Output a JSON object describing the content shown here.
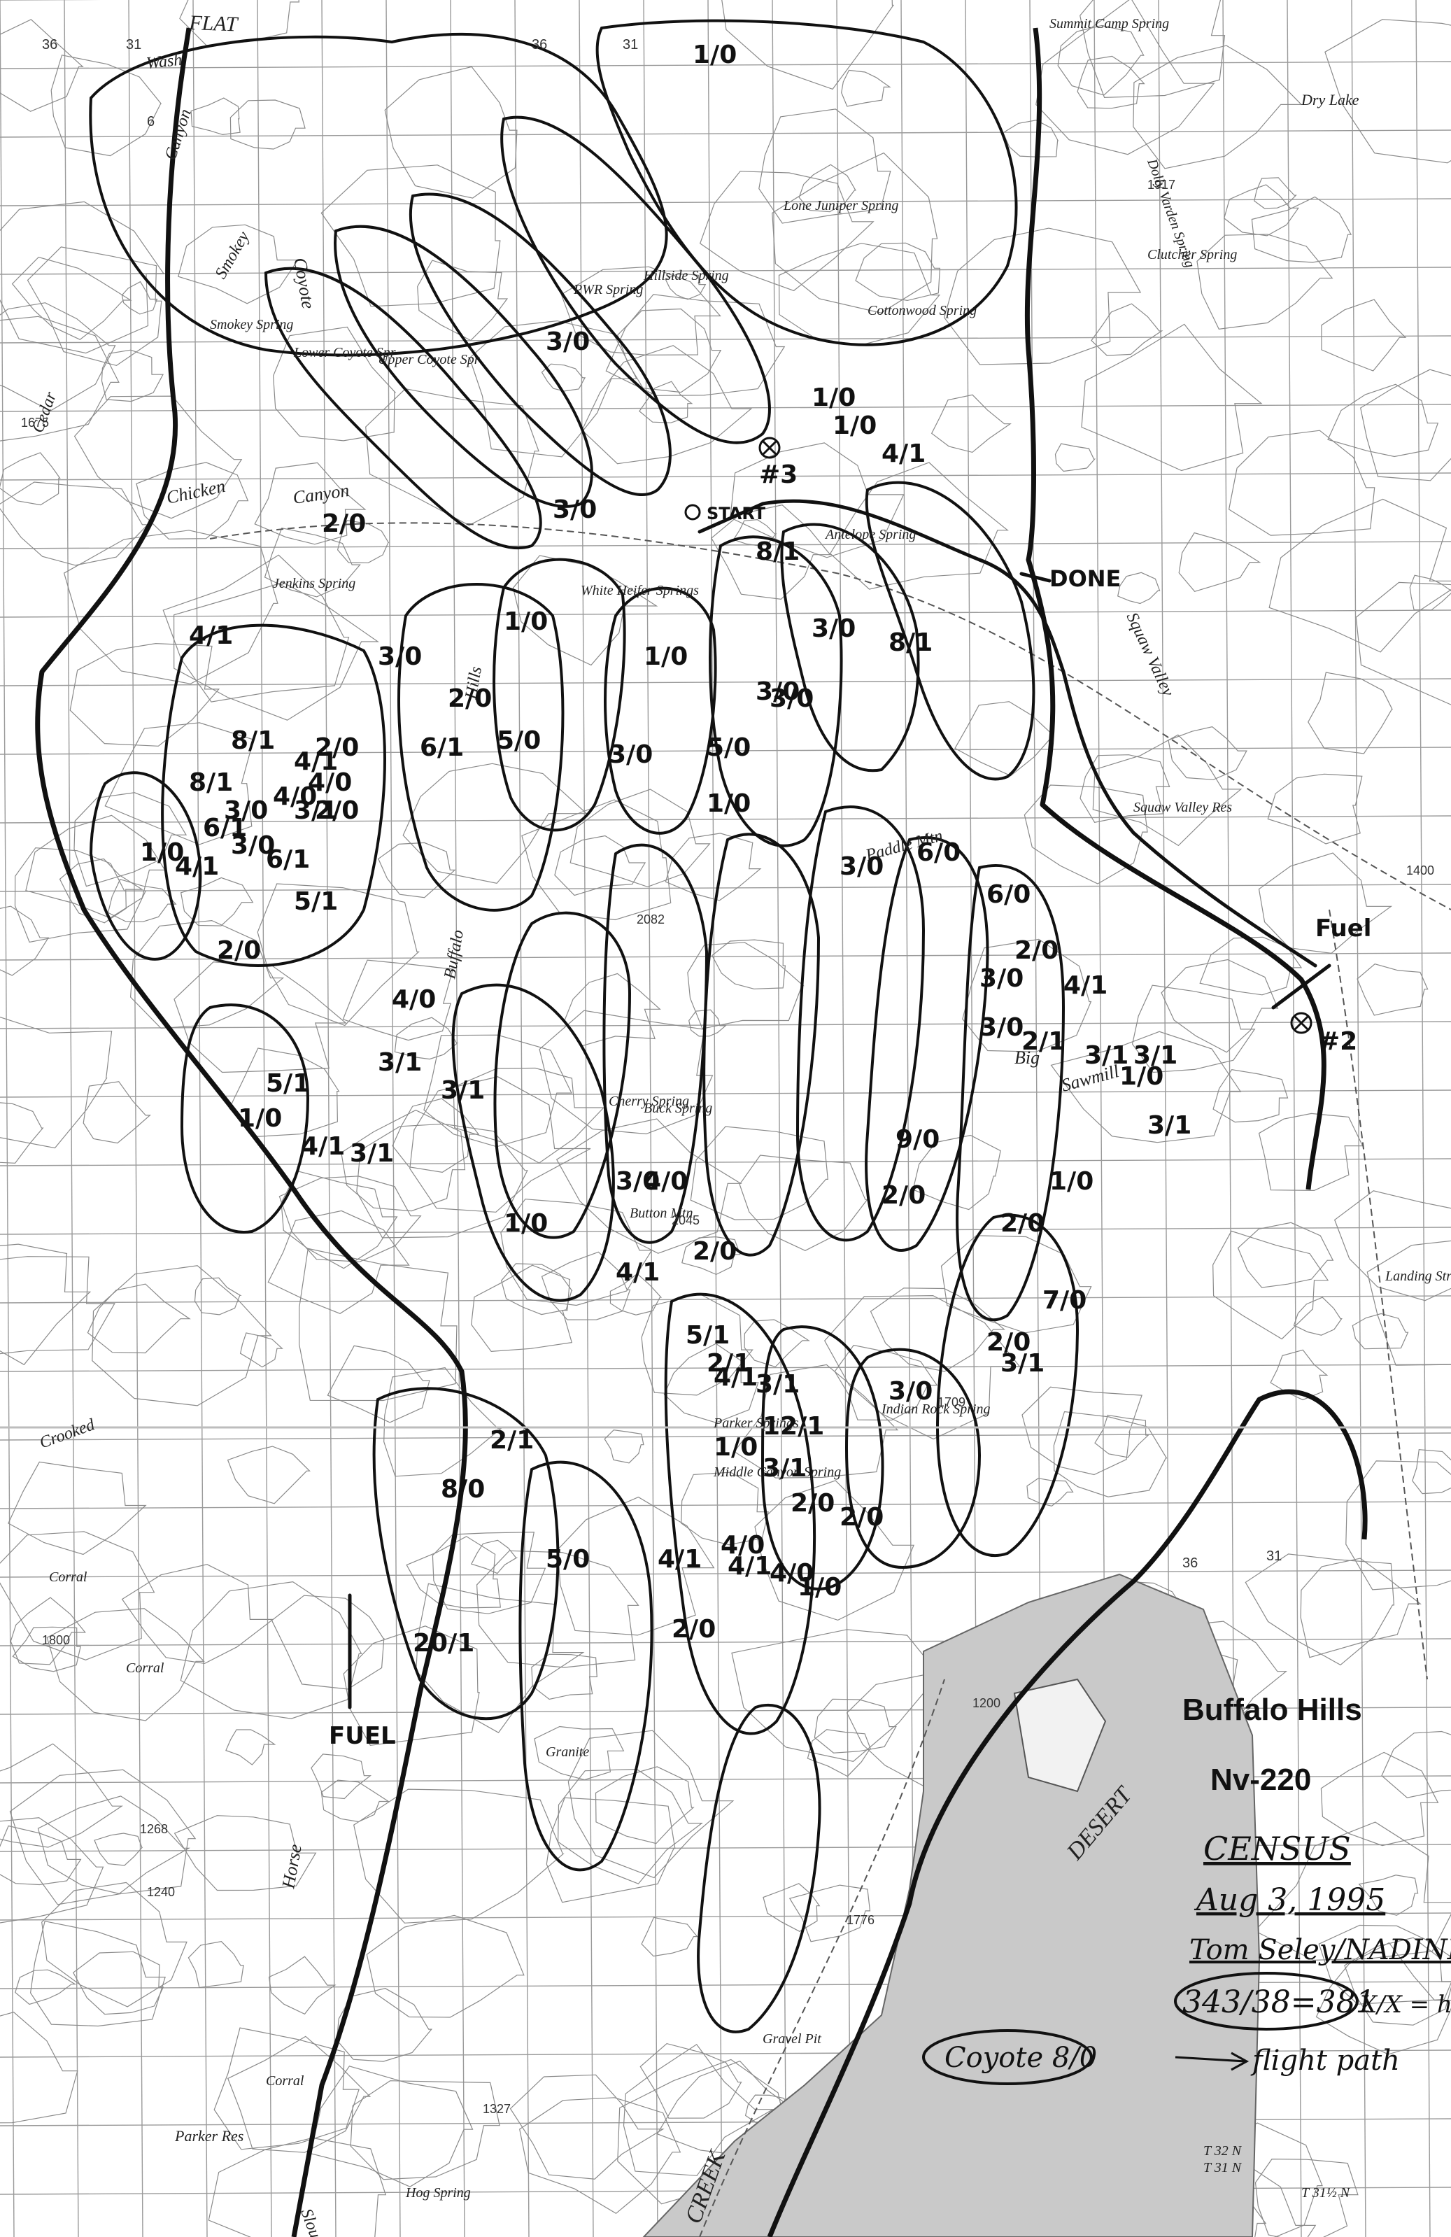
{
  "title": {
    "main": "Buffalo Hills",
    "area_code": "Nv-220",
    "census": "CENSUS",
    "date": "Aug 3, 1995",
    "observers": "Tom Seley/NADINE"
  },
  "legend": {
    "total_count": "343/38=381",
    "count_key": "X/X = horses adult/...",
    "flight_key": "flight path",
    "coyote": "Coyote 8/0"
  },
  "waypoints": {
    "start": "START",
    "done": "DONE",
    "fuel_a": "Fuel",
    "fuel_b": "FUEL",
    "marker_2": "#2",
    "marker_3": "#3"
  },
  "place_names": [
    {
      "id": "flat",
      "text": "FLAT"
    },
    {
      "id": "wash",
      "text": "Wash"
    },
    {
      "id": "canyon-nw",
      "text": "Canyon"
    },
    {
      "id": "cedar",
      "text": "Cedar"
    },
    {
      "id": "smokey-canyon",
      "text": "Smokey"
    },
    {
      "id": "smokey-spring",
      "text": "Smokey Spring"
    },
    {
      "id": "coyote",
      "text": "Coyote"
    },
    {
      "id": "lower-coyote",
      "text": "Lower Coyote Spr"
    },
    {
      "id": "upper-coyote",
      "text": "Upper Coyote Spr"
    },
    {
      "id": "chicken",
      "text": "Chicken"
    },
    {
      "id": "canyon-chicken",
      "text": "Canyon"
    },
    {
      "id": "jenkins",
      "text": "Jenkins Spring"
    },
    {
      "id": "white-heifer",
      "text": "White Heifer Springs"
    },
    {
      "id": "hillside",
      "text": "Hillside Spring"
    },
    {
      "id": "pwr",
      "text": "PWR Spring"
    },
    {
      "id": "lone-juniper",
      "text": "Lone Juniper Spring"
    },
    {
      "id": "summit-camp",
      "text": "Summit Camp Spring"
    },
    {
      "id": "dry-lake",
      "text": "Dry Lake"
    },
    {
      "id": "dolly-varden",
      "text": "Dolly Varden Spring"
    },
    {
      "id": "clutcher",
      "text": "Clutcher Spring"
    },
    {
      "id": "cottonwood",
      "text": "Cottonwood Spring"
    },
    {
      "id": "antelope",
      "text": "Antelope Spring"
    },
    {
      "id": "squaw-valley",
      "text": "Squaw Valley"
    },
    {
      "id": "squaw-valley-res",
      "text": "Squaw Valley Res"
    },
    {
      "id": "paddle-mtn",
      "text": "Paddle Mtn"
    },
    {
      "id": "buffalo",
      "text": "Buffalo"
    },
    {
      "id": "hills",
      "text": "Hills"
    },
    {
      "id": "cherry-spring",
      "text": "Cherry Spring"
    },
    {
      "id": "buck-spring",
      "text": "Buck Spring"
    },
    {
      "id": "button-mtn",
      "text": "Button Mtn"
    },
    {
      "id": "sawmill",
      "text": "Sawmill"
    },
    {
      "id": "big",
      "text": "Big"
    },
    {
      "id": "parker-springs",
      "text": "Parker Springs"
    },
    {
      "id": "middle-canyon",
      "text": "Middle Canyon Spring"
    },
    {
      "id": "indian-rock",
      "text": "Indian Rock Spring"
    },
    {
      "id": "granite",
      "text": "Granite"
    },
    {
      "id": "gravel-pit",
      "text": "Gravel Pit"
    },
    {
      "id": "horse",
      "text": "Horse"
    },
    {
      "id": "corral-1",
      "text": "Corral"
    },
    {
      "id": "corral-2",
      "text": "Corral"
    },
    {
      "id": "corral-3",
      "text": "Corral"
    },
    {
      "id": "parker-res",
      "text": "Parker Res"
    },
    {
      "id": "slough",
      "text": "Slough"
    },
    {
      "id": "hog-spring",
      "text": "Hog Spring"
    },
    {
      "id": "desert",
      "text": "DESERT"
    },
    {
      "id": "creek",
      "text": "CREEK"
    },
    {
      "id": "crooked",
      "text": "Crooked"
    },
    {
      "id": "landing-strip",
      "text": "Landing Strip"
    },
    {
      "id": "t32n",
      "text": "T 32 N"
    },
    {
      "id": "t31n",
      "text": "T 31 N"
    },
    {
      "id": "t31hn",
      "text": "T 31½ N"
    }
  ],
  "elevations": [
    {
      "id": "e1",
      "text": "1675"
    },
    {
      "id": "e2",
      "text": "1800"
    },
    {
      "id": "e3",
      "text": "1917"
    },
    {
      "id": "e4",
      "text": "2082"
    },
    {
      "id": "e5",
      "text": "2045"
    },
    {
      "id": "e6",
      "text": "1400"
    },
    {
      "id": "e7",
      "text": "1268"
    },
    {
      "id": "e8",
      "text": "1240"
    },
    {
      "id": "e9",
      "text": "1200"
    },
    {
      "id": "e10",
      "text": "1327"
    },
    {
      "id": "e11",
      "text": "1776"
    },
    {
      "id": "e12",
      "text": "1709"
    }
  ],
  "section_numbers": [
    {
      "id": "s1",
      "text": "36"
    },
    {
      "id": "s2",
      "text": "31"
    },
    {
      "id": "s3",
      "text": "36"
    },
    {
      "id": "s4",
      "text": "31"
    },
    {
      "id": "s5",
      "text": "6"
    },
    {
      "id": "s6",
      "text": "36"
    },
    {
      "id": "s7",
      "text": "31"
    }
  ],
  "counts": [
    {
      "id": "c1",
      "text": "1/0"
    },
    {
      "id": "c2",
      "text": "3/0"
    },
    {
      "id": "c3",
      "text": "1/0"
    },
    {
      "id": "c4",
      "text": "1/0"
    },
    {
      "id": "c5",
      "text": "4/1"
    },
    {
      "id": "c6",
      "text": "3/0"
    },
    {
      "id": "c7",
      "text": "2/0"
    },
    {
      "id": "c8",
      "text": "8/1"
    },
    {
      "id": "c9",
      "text": "3/0"
    },
    {
      "id": "c10",
      "text": "8/1"
    },
    {
      "id": "c11",
      "text": "4/1"
    },
    {
      "id": "c12",
      "text": "1/0"
    },
    {
      "id": "c13",
      "text": "3/0"
    },
    {
      "id": "c14",
      "text": "2/0"
    },
    {
      "id": "c15",
      "text": "6/1"
    },
    {
      "id": "c16",
      "text": "3/0"
    },
    {
      "id": "c17",
      "text": "5/0"
    },
    {
      "id": "c18",
      "text": "1/0"
    },
    {
      "id": "c19",
      "text": "3/0"
    },
    {
      "id": "c20",
      "text": "5/0"
    },
    {
      "id": "c21",
      "text": "3/0"
    },
    {
      "id": "c22",
      "text": "8/1"
    },
    {
      "id": "c23",
      "text": "2/0"
    },
    {
      "id": "c24",
      "text": "4/1"
    },
    {
      "id": "c25",
      "text": "8/1"
    },
    {
      "id": "c26",
      "text": "4/0"
    },
    {
      "id": "c27",
      "text": "2/0"
    },
    {
      "id": "c28",
      "text": "4/0"
    },
    {
      "id": "c29",
      "text": "3/0"
    },
    {
      "id": "c30",
      "text": "6/1"
    },
    {
      "id": "c31",
      "text": "3/1"
    },
    {
      "id": "c32",
      "text": "3/0"
    },
    {
      "id": "c33",
      "text": "6/1"
    },
    {
      "id": "c34",
      "text": "1/0"
    },
    {
      "id": "c35",
      "text": "4/1"
    },
    {
      "id": "c36",
      "text": "5/1"
    },
    {
      "id": "c37",
      "text": "2/0"
    },
    {
      "id": "c38",
      "text": "1/0"
    },
    {
      "id": "c39",
      "text": "3/0"
    },
    {
      "id": "c40",
      "text": "6/0"
    },
    {
      "id": "c41",
      "text": "6/0"
    },
    {
      "id": "c42",
      "text": "2/0"
    },
    {
      "id": "c43",
      "text": "3/0"
    },
    {
      "id": "c44",
      "text": "4/1"
    },
    {
      "id": "c45",
      "text": "3/0"
    },
    {
      "id": "c46",
      "text": "2/1"
    },
    {
      "id": "c47",
      "text": "3/1"
    },
    {
      "id": "c48",
      "text": "3/1"
    },
    {
      "id": "c49",
      "text": "1/0"
    },
    {
      "id": "c50",
      "text": "3/1"
    },
    {
      "id": "c51",
      "text": "3/1"
    },
    {
      "id": "c52",
      "text": "4/0"
    },
    {
      "id": "c53",
      "text": "3/1"
    },
    {
      "id": "c54",
      "text": "5/1"
    },
    {
      "id": "c55",
      "text": "1/0"
    },
    {
      "id": "c56",
      "text": "4/1"
    },
    {
      "id": "c57",
      "text": "3/1"
    },
    {
      "id": "c58",
      "text": "3/0"
    },
    {
      "id": "c59",
      "text": "4/0"
    },
    {
      "id": "c60",
      "text": "9/0"
    },
    {
      "id": "c61",
      "text": "2/0"
    },
    {
      "id": "c62",
      "text": "1/0"
    },
    {
      "id": "c63",
      "text": "2/0"
    },
    {
      "id": "c64",
      "text": "1/0"
    },
    {
      "id": "c65",
      "text": "4/1"
    },
    {
      "id": "c66",
      "text": "2/0"
    },
    {
      "id": "c67",
      "text": "5/1"
    },
    {
      "id": "c68",
      "text": "2/0"
    },
    {
      "id": "c69",
      "text": "3/1"
    },
    {
      "id": "c70",
      "text": "2/1"
    },
    {
      "id": "c71",
      "text": "4/1"
    },
    {
      "id": "c72",
      "text": "3/1"
    },
    {
      "id": "c73",
      "text": "12/1"
    },
    {
      "id": "c74",
      "text": "1/0"
    },
    {
      "id": "c75",
      "text": "3/1"
    },
    {
      "id": "c76",
      "text": "3/0"
    },
    {
      "id": "c77",
      "text": "2/0"
    },
    {
      "id": "c78",
      "text": "7/0"
    },
    {
      "id": "c79",
      "text": "2/0"
    },
    {
      "id": "c80",
      "text": "4/0"
    },
    {
      "id": "c81",
      "text": "4/1"
    },
    {
      "id": "c82",
      "text": "2/1"
    },
    {
      "id": "c83",
      "text": "8/0"
    },
    {
      "id": "c84",
      "text": "5/0"
    },
    {
      "id": "c85",
      "text": "4/1"
    },
    {
      "id": "c86",
      "text": "4/0"
    },
    {
      "id": "c87",
      "text": "1/0"
    },
    {
      "id": "c88",
      "text": "20/1"
    },
    {
      "id": "c89",
      "text": "2/0"
    }
  ]
}
